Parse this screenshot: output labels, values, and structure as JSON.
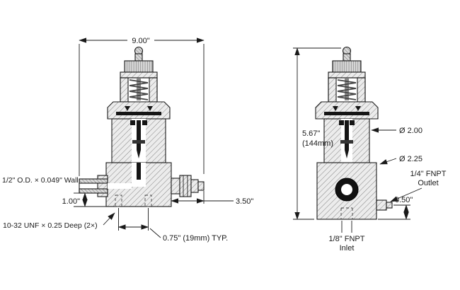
{
  "colors": {
    "line": "#1a1a1a",
    "background": "#ffffff",
    "hatch_fill": "#ececec"
  },
  "left_view": {
    "overall_width_dim": "9.00\"",
    "tube_od_wall_label": "1/2\" O.D. × 0.049\" Wall",
    "tube_drop_dim": "1.00\"",
    "mounting_thread_label": "10-32 UNF × 0.25 Deep (2×)",
    "fitting_projection_dim": "3.50\"",
    "hole_spacing_dim": "0.75\" (19mm) TYP."
  },
  "right_view": {
    "overall_height_dim": "5.67\"",
    "overall_height_dim_mm": "(144mm)",
    "upper_body_diameter_dim": "Ø 2.00",
    "lower_body_diameter_dim": "Ø 2.25",
    "outlet_port_size": "1/4\" FNPT",
    "outlet_port_word": "Outlet",
    "outlet_offset_dim": "0.50\"",
    "inlet_port_size": "1/8\" FNPT",
    "inlet_port_word": "Inlet"
  }
}
